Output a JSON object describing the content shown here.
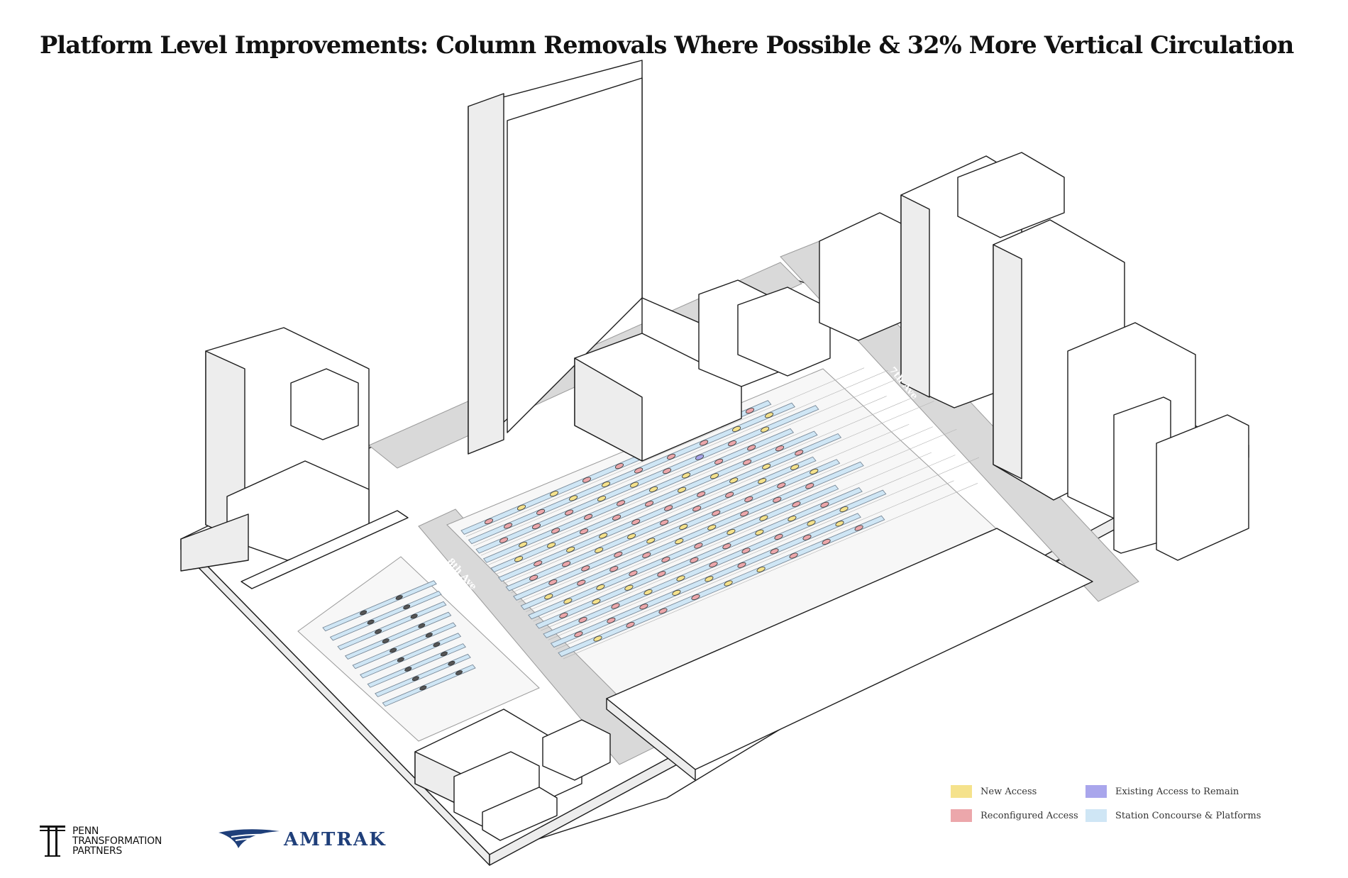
{
  "title": "Platform Level Improvements: Column Removals Where Possible & 32% More Vertical Circulation",
  "streets": {
    "eighth_ave": "8th Ave",
    "seventh_ave": "7th Ave"
  },
  "legend": {
    "items": [
      {
        "label": "New Access",
        "color": "#f5e28c"
      },
      {
        "label": "Existing Access to Remain",
        "color": "#a9a6ec"
      },
      {
        "label": "Reconfigured Access",
        "color": "#eca7ab"
      },
      {
        "label": "Station Concourse & Platforms",
        "color": "#cfe6f5"
      }
    ]
  },
  "logos": {
    "penn": {
      "monogram": "T",
      "lines": [
        "PENN",
        "TRANSFORMATION",
        "PARTNERS"
      ]
    },
    "amtrak": {
      "wordmark": "AMTRAK"
    }
  },
  "colors": {
    "new_access": "#f5e28c",
    "existing_access": "#a9a6ec",
    "reconfigured_access": "#eca7ab",
    "platform": "#cfe6f5",
    "amtrak_blue": "#1f3f7a"
  }
}
